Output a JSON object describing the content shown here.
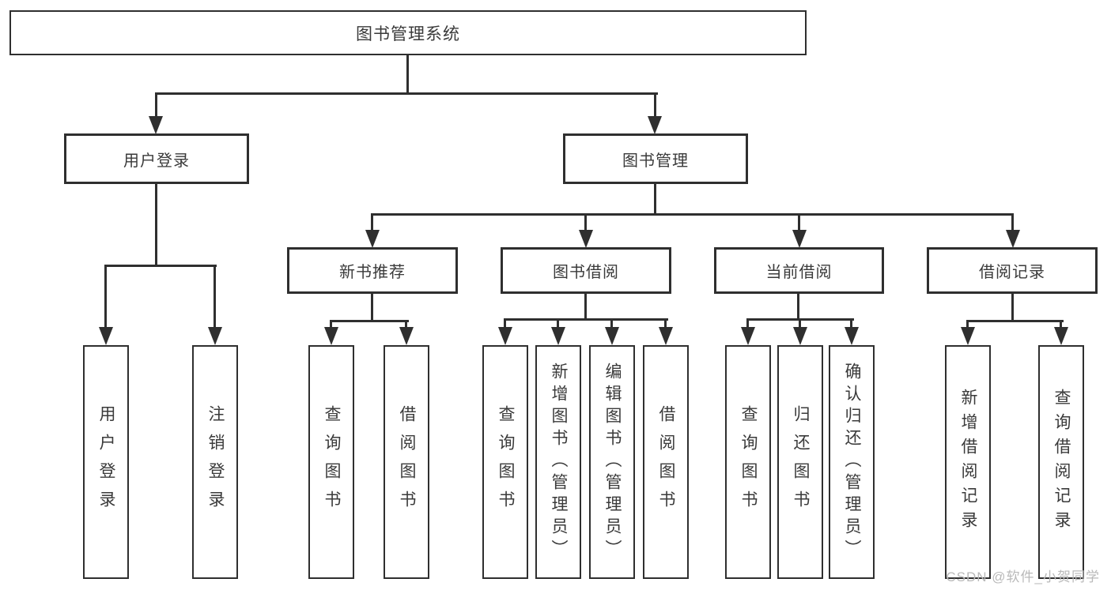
{
  "colors": {
    "line": "#2f2f2f",
    "box_border": "#2f2f2f",
    "box_background": "#ffffff",
    "text": "#3a3a3a",
    "watermark": "#b9b9b9",
    "page_background": "#ffffff"
  },
  "root": {
    "label": "图书管理系统"
  },
  "branches": {
    "user_login": {
      "label": "用户登录",
      "children": [
        "用户登录",
        "注销登录"
      ]
    },
    "book_management": {
      "label": "图书管理"
    }
  },
  "sections": [
    {
      "label": "新书推荐",
      "children": [
        "查询图书",
        "借阅图书"
      ]
    },
    {
      "label": "图书借阅",
      "children": [
        "查询图书",
        "新增图书（管理员）",
        "编辑图书（管理员）",
        "借阅图书"
      ]
    },
    {
      "label": "当前借阅",
      "children": [
        "查询图书",
        "归还图书",
        "确认归还（管理员）"
      ]
    },
    {
      "label": "借阅记录",
      "children": [
        "新增借阅记录",
        "查询借阅记录"
      ]
    }
  ],
  "watermark": "CSDN @软件_小贺同学"
}
